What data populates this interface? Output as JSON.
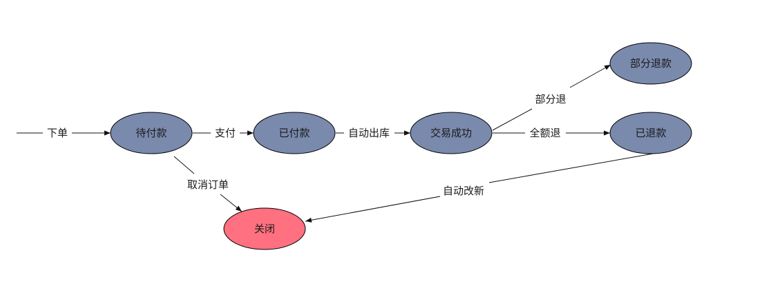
{
  "colors": {
    "node_fill": "#7a8aad",
    "closed_fill": "#ff7080",
    "line": "#111111"
  },
  "nodes": {
    "pending_payment": "待付款",
    "paid": "已付款",
    "success": "交易成功",
    "partial_refund": "部分退款",
    "refunded": "已退款",
    "closed": "关闭"
  },
  "edges": {
    "place_order": "下单",
    "pay": "支付",
    "auto_outbound": "自动出库",
    "partial_refund": "部分退",
    "full_refund": "全额退",
    "cancel_order": "取消订单",
    "auto_change": "自动改新"
  }
}
